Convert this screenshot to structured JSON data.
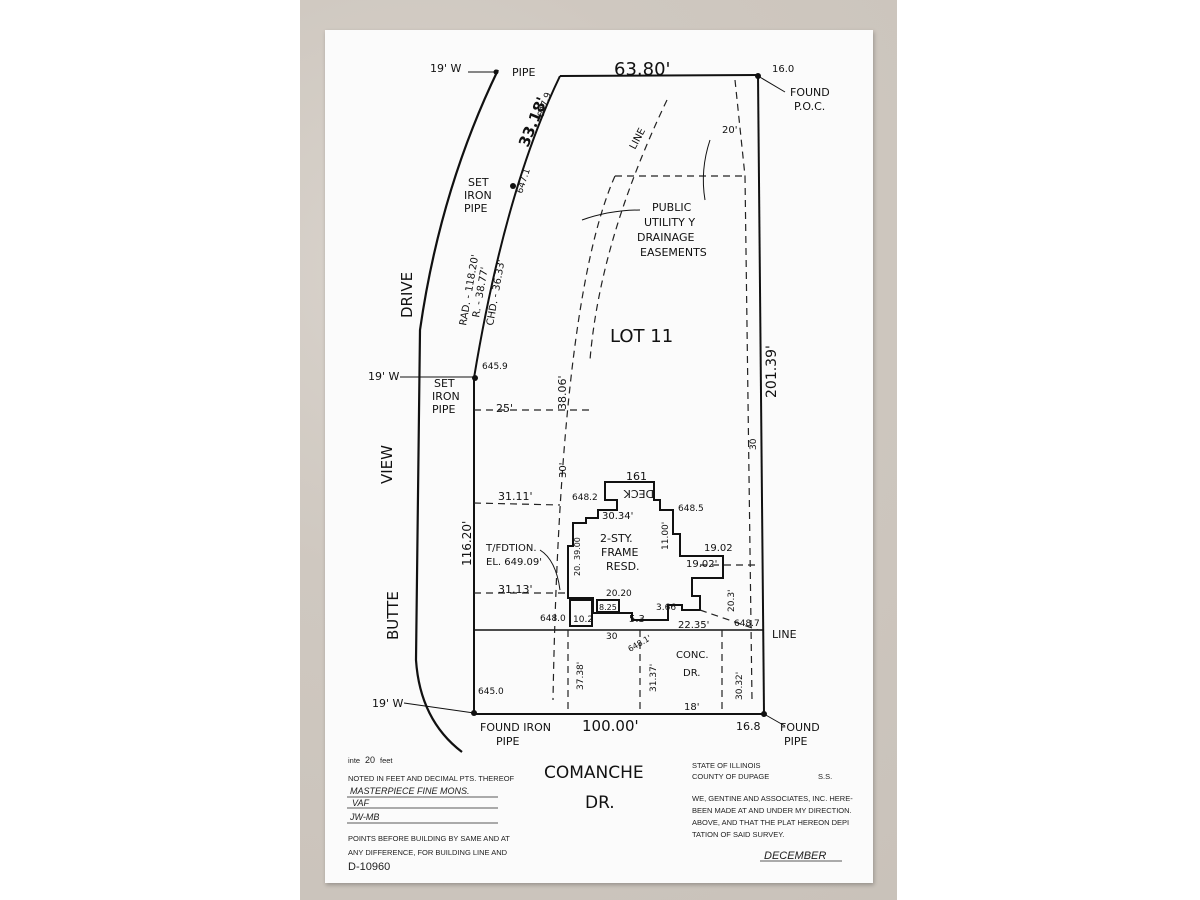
{
  "plat": {
    "top_label_pipe": "PIPE",
    "top_offset_19w_a": "19' W",
    "top_dimension": "63.80'",
    "corner_elev_ne": "16.0",
    "found_poc": [
      "FOUND",
      "P.O.C."
    ],
    "elev_647_9": "647.9",
    "dim_33_18": "33.18'",
    "dim_20": "20'",
    "line_label_top": "LINE",
    "set_iron_pipe_1": [
      "SET",
      "IRON",
      "PIPE"
    ],
    "elev_647_1": "647.1",
    "easement_note": [
      "PUBLIC",
      "UTILITY Y",
      "DRAINAGE",
      "EASEMENTS"
    ],
    "curve_data": [
      "RAD. - 118.20'",
      "R. - 38.77'",
      "CHD. - 36.33'"
    ],
    "lot_label": "LOT 11",
    "east_dim": "201.39'",
    "street_drive": "DRIVE",
    "street_view": "VIEW",
    "street_butte": "BUTTE",
    "offset_19w_b": "19' W",
    "set_iron_pipe_2": [
      "SET",
      "IRON",
      "PIPE"
    ],
    "elev_645_9": "645.9",
    "dim_25": "25'",
    "dim_38_06": "38.06'",
    "dim_30": "30'",
    "dim_30_east": "30",
    "deck_top": "161",
    "deck_label": "DECK",
    "dim_31_11": "31.11'",
    "elev_648_2": "648.2",
    "dim_30_34": "30.34'",
    "elev_648_5": "648.5",
    "house_label": [
      "2-STY.",
      "FRAME",
      "RESD."
    ],
    "dim_11_00": "11.00'",
    "dim_19_02a": "19.02",
    "dim_19_02b": "19.02'",
    "west_dim": "116.20'",
    "foundation": [
      "T/FDTION.",
      "EL. 649.09'"
    ],
    "dim_39_00": "39.00",
    "dim_20_side": "20.",
    "dim_31_13": "31.13'",
    "dim_20_20": "20.20",
    "dim_20_3": "20.3'",
    "dim_8_25": "8.25",
    "dim_3_66": "3.66",
    "elev_648_0": "648.0",
    "dim_10_2": "10.2",
    "dim_5_3": "5.3",
    "dim_22_35": "22.35'",
    "elev_648_7": "648.7",
    "line_label_bottom": "LINE",
    "dim_30_bottom": "30",
    "elev_648_1": "648.1'",
    "dim_37_38": "37.38'",
    "dim_31_37": "31.37'",
    "conc_dr": [
      "CONC.",
      "DR."
    ],
    "dim_30_32": "30.32'",
    "offset_19w_c": "19' W",
    "elev_645_0": "645.0",
    "dim_18": "18'",
    "found_iron_pipe": [
      "FOUND IRON",
      "PIPE"
    ],
    "south_dim": "100.00'",
    "corner_elev_se": "16.8",
    "found_pipe": [
      "FOUND",
      "PIPE"
    ],
    "street_comanche": "COMANCHE",
    "street_dr": "DR."
  },
  "notes": {
    "scale": [
      "inte",
      "20",
      "feet"
    ],
    "measure_note": "NOTED IN FEET AND DECIMAL PTS. THEREOF",
    "masterpiece": "MASTERPIECE FINE MONS.",
    "vaf": "VAF",
    "jw_mb": "JW-MB",
    "points_note_1": "POINTS BEFORE BUILDING BY SAME AND AT",
    "points_note_2": "ANY DIFFERENCE, FOR BUILDING LINE AND",
    "drawing_no": "D-10960"
  },
  "certificate": {
    "state": "STATE OF ILLINOIS",
    "county": "COUNTY OF DUPAGE",
    "ss": "S.S.",
    "line1": "WE, GENTINE AND ASSOCIATES, INC. HERE-",
    "line2": "BEEN MADE AT AND UNDER MY DIRECTION.",
    "line3": "ABOVE, AND THAT THE PLAT HEREON DEPI",
    "line4": "TATION OF SAID SURVEY.",
    "month": "DECEMBER"
  }
}
